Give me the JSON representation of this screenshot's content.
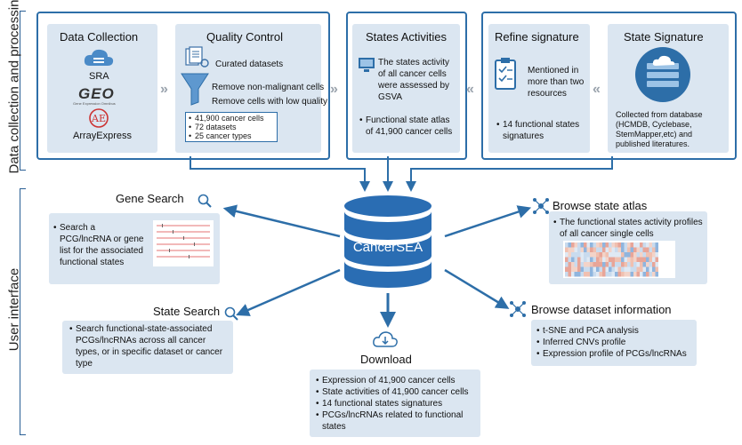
{
  "side_labels": {
    "top": "Data collection and processing",
    "bottom": "User interface"
  },
  "data_collection": {
    "title": "Data Collection",
    "sources": [
      "SRA",
      "GEO",
      "Gene Expression Omnibus",
      "ArrayExpress"
    ]
  },
  "quality_control": {
    "title": "Quality Control",
    "steps": [
      "Curated datasets",
      "Remove non-malignant cells",
      "Remove cells with low quality"
    ],
    "stats": [
      "41,900 cancer cells",
      "72 datasets",
      "25 cancer types"
    ]
  },
  "states_activities": {
    "title": "States Activities",
    "desc": "The states activity of all cancer cells were assessed by GSVA",
    "atlas": "Functional state atlas of 41,900 cancer cells"
  },
  "refine_signature": {
    "title": "Refine signature",
    "desc": "Mentioned in more than two resources",
    "count": "14 functional states signatures"
  },
  "state_signature": {
    "title": "State Signature",
    "desc": "Collected from database (HCMDB, Cyclebase, StemMapper,etc) and published literatures."
  },
  "center": {
    "label": "CancerSEA"
  },
  "gene_search": {
    "title": "Gene Search",
    "desc": "Search a PCG/lncRNA or gene list for the associated functional states"
  },
  "state_search": {
    "title": "State Search",
    "desc": "Search functional-state-associated PCGs/lncRNAs across all cancer types, or in specific dataset or cancer type"
  },
  "download": {
    "title": "Download",
    "items": [
      "Expression of 41,900 cancer cells",
      "State activities of 41,900 cancer cells",
      "14 functional states signatures",
      "PCGs/lncRNAs related to functional states"
    ]
  },
  "browse_atlas": {
    "title": "Browse state atlas",
    "desc": "The functional states activity profiles of all cancer single cells"
  },
  "browse_dataset": {
    "title": "Browse dataset information",
    "items": [
      "t-SNE and PCA analysis",
      "Inferred CNVs profile",
      "Expression profile of PCGs/lncRNAs"
    ]
  },
  "colors": {
    "frame": "#2d6ea8",
    "card": "#dbe6f1",
    "arrow": "#2d6ea8",
    "db": "#2a6db3"
  }
}
